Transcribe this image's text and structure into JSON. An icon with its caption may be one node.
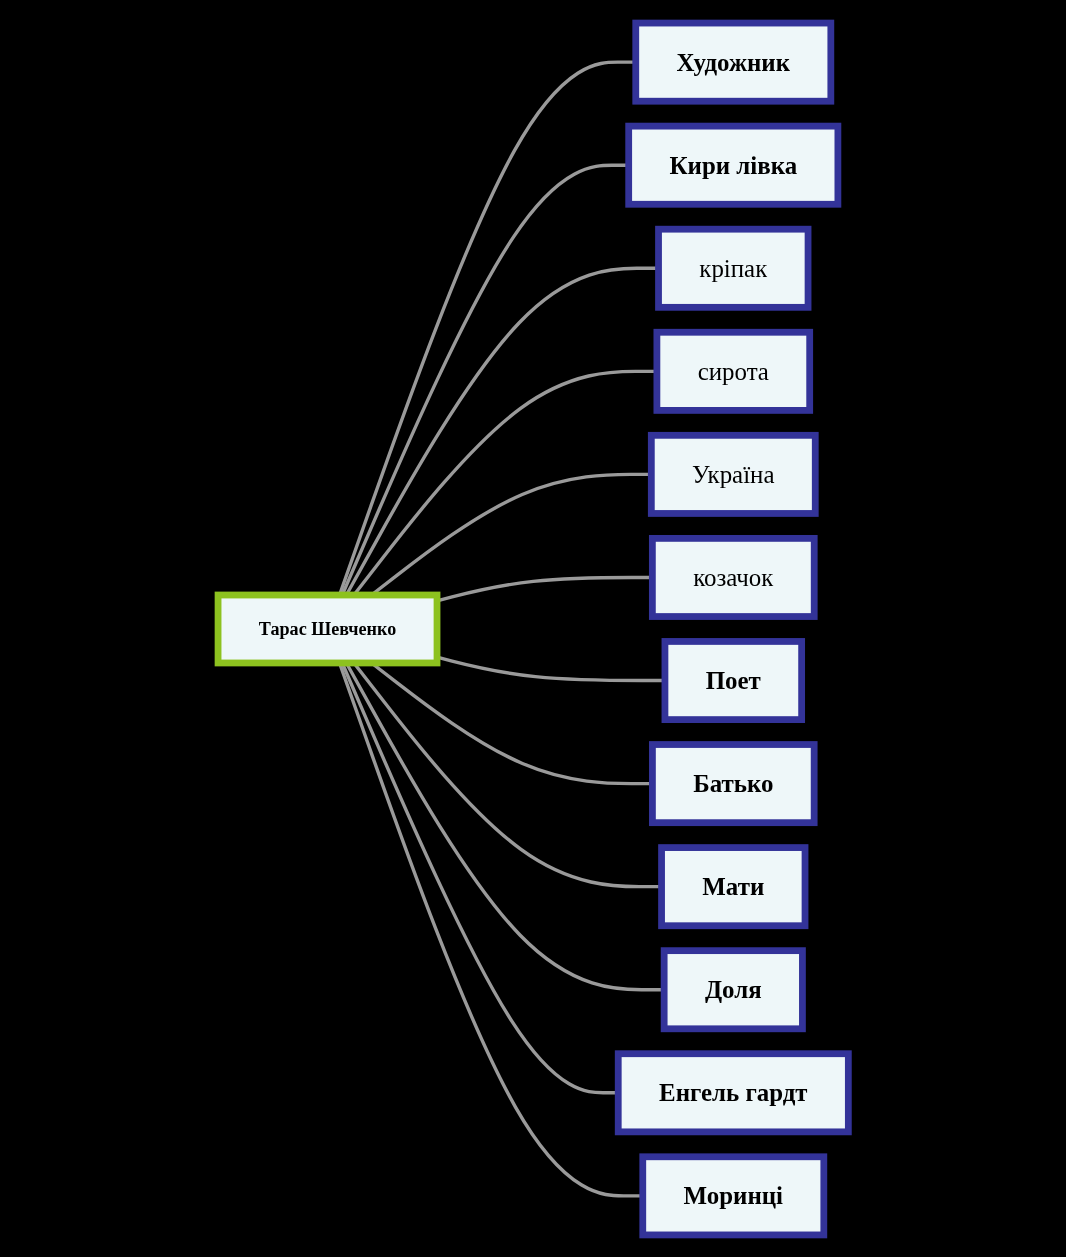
{
  "diagram": {
    "nodes": [
      {
        "text": [
          "Тарас Шевченко"
        ]
      },
      {
        "text": [
          "Художник"
        ]
      },
      {
        "text": [
          "Кири лівка"
        ]
      },
      {
        "text": [
          "кріпак"
        ]
      },
      {
        "text": [
          "сирота"
        ]
      },
      {
        "text": [
          "Україна"
        ]
      },
      {
        "text": [
          "козачок"
        ]
      },
      {
        "text": [
          "Поет"
        ]
      },
      {
        "text": [
          "Батько"
        ]
      },
      {
        "text": [
          "Мати"
        ]
      },
      {
        "text": [
          "Доля"
        ]
      },
      {
        "text": [
          "Енгель гардт"
        ]
      },
      {
        "text": [
          "Моринці"
        ]
      }
    ],
    "edges": [
      {
        "from": 0,
        "to": 1,
        "arrow": "none"
      },
      {
        "from": 0,
        "to": 2,
        "arrow": "none"
      },
      {
        "from": 0,
        "to": 3,
        "arrow": "none"
      },
      {
        "from": 0,
        "to": 4,
        "arrow": "none"
      },
      {
        "from": 0,
        "to": 5,
        "arrow": "none"
      },
      {
        "from": 0,
        "to": 6,
        "arrow": "none"
      },
      {
        "from": 0,
        "to": 7,
        "arrow": "none"
      },
      {
        "from": 0,
        "to": 8,
        "arrow": "none"
      },
      {
        "from": 0,
        "to": 9,
        "arrow": "none"
      },
      {
        "from": 0,
        "to": 10,
        "arrow": "none"
      },
      {
        "from": 0,
        "to": 11,
        "arrow": "none"
      },
      {
        "from": 0,
        "to": 12,
        "arrow": "none"
      }
    ]
  }
}
